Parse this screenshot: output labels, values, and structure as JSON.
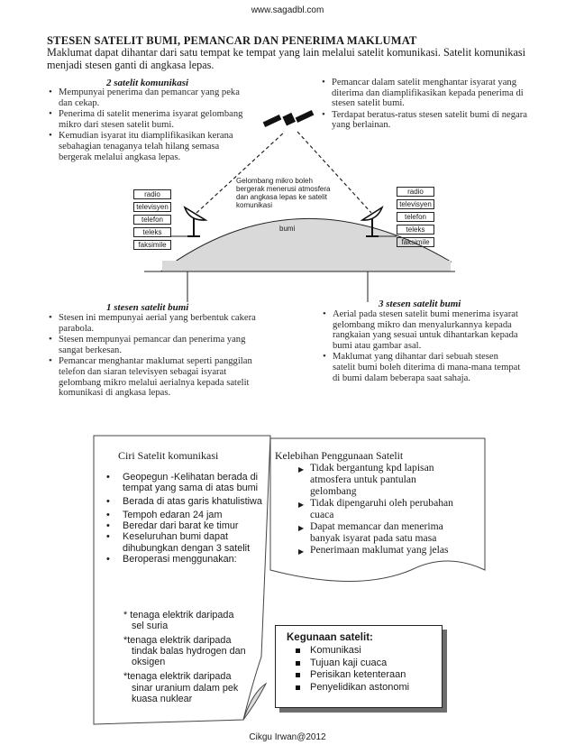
{
  "site": "www.sagadbl.com",
  "footer": "Cikgu Irwan@2012",
  "doc": {
    "title": "STESEN SATELIT BUMI, PEMANCAR DAN PENERIMA MAKLUMAT",
    "intro": "Maklumat dapat dihantar dari satu tempat ke tempat yang lain melalui satelit komunikasi. Satelit komunikasi menjadi stesen ganti di angkasa lepas."
  },
  "sec2": {
    "title": "2  satelit komunikasi",
    "items": [
      "Mempunyai penerima dan pemancar yang peka dan cekap.",
      "Penerima di satelit menerima isyarat gelombang mikro dari stesen satelit bumi.",
      "Kemudian isyarat itu diamplifikasikan kerana sebahagian tenaganya telah hilang semasa bergerak melalui angkasa lepas."
    ],
    "items_right": [
      "Pemancar dalam satelit menghantar isyarat yang diterima dan diamplifikasikan kepada penerima di stesen satelit bumi.",
      "Terdapat beratus-ratus stesen satelit bumi di negara yang berlainan."
    ]
  },
  "diagram": {
    "caption": "Gelombang mikro boleh bergerak menerusi atmosfera dan angkasa lepas ke satelit komunikasi",
    "earth": "bumi",
    "left_boxes": [
      "radio",
      "televisyen",
      "telefon",
      "teleks",
      "faksimile"
    ],
    "right_boxes": [
      "radio",
      "televisyen",
      "telefon",
      "teleks",
      "faksimile"
    ]
  },
  "sec1": {
    "title": "1  stesen satelit bumi",
    "items": [
      "Stesen ini mempunyai aerial yang berbentuk cakera parabola.",
      "Stesen mempunyai pemancar dan penerima yang sangat berkesan.",
      "Pemancar menghantar maklumat seperti panggilan telefon dan siaran televisyen sebagai isyarat gelombang mikro melalui aerialnya kepada satelit komunikasi di angkasa lepas."
    ]
  },
  "sec3": {
    "title": "3  stesen satelit bumi",
    "items": [
      "Aerial pada stesen satelit bumi menerima isyarat gelombang mikro dan menyalurkannya kepada rangkaian yang sesuai untuk dihantarkan kepada bumi atau gambar asal.",
      "Maklumat yang dihantar dari sebuah stesen satelit bumi boleh diterima di mana-mana tempat di bumi dalam beberapa saat sahaja."
    ]
  },
  "ciri": {
    "title": "Ciri Satelit komunikasi",
    "items": [
      {
        "text": "Geopegun -Kelihatan berada di tempat yang sama di atas  bumi"
      },
      {
        "text": "Berada di atas garis khatulistiwa"
      },
      {
        "text": "Tempoh edaran  24 jam"
      },
      {
        "text": "Beredar dari barat ke timur"
      },
      {
        "text": "Keseluruhan bumi dapat dihubungkan dengan 3 satelit"
      },
      {
        "text": "Beroperasi menggunakan:"
      }
    ],
    "sub": [
      {
        "a": "* tenaga elektrik daripada",
        "b": "sel suria"
      },
      {
        "a": "*tenaga elektrik daripada",
        "b": "tindak balas hydrogen dan oksigen"
      },
      {
        "a": "*tenaga elektrik daripada",
        "b": "sinar uranium dalam pek kuasa nuklear"
      }
    ]
  },
  "kelebihan": {
    "title": "Kelebihan Penggunaan Satelit",
    "items": [
      "Tidak bergantung kpd lapisan atmosfera untuk pantulan gelombang",
      "Tidak dipengaruhi oleh perubahan cuaca",
      "Dapat memancar dan menerima banyak isyarat pada satu masa",
      "Penerimaan maklumat yang jelas"
    ]
  },
  "kegunaan": {
    "title": "Kegunaan satelit:",
    "items": [
      "Komunikasi",
      "Tujuan kaji cuaca",
      "Perisikan ketenteraan",
      "Penyelidikan astonomi"
    ]
  }
}
